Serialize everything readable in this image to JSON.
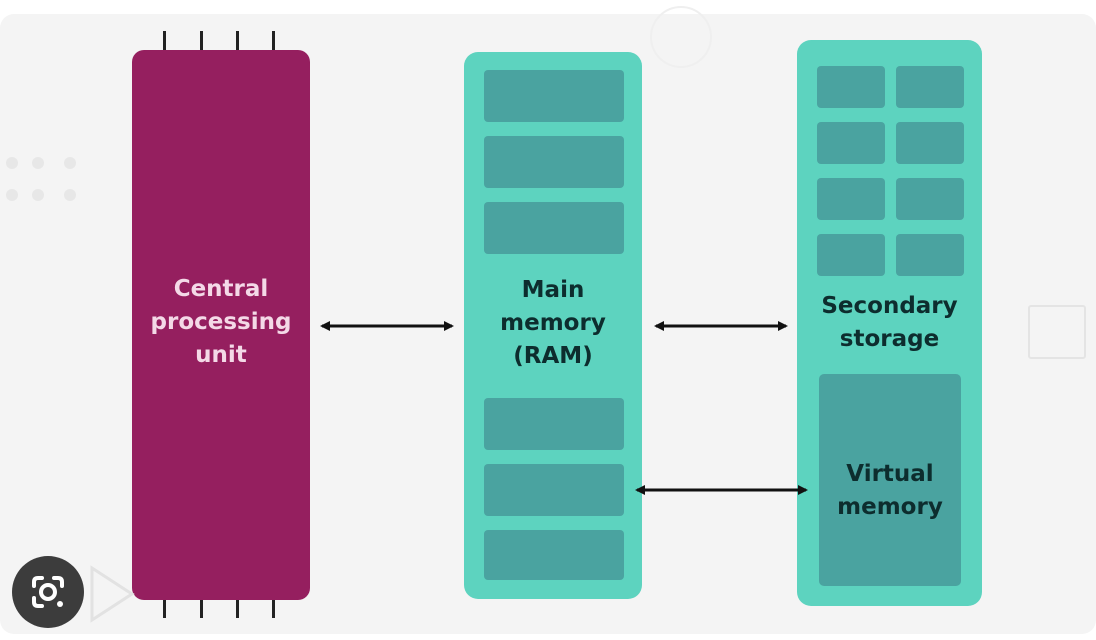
{
  "diagram": {
    "cpu": {
      "label_lines": [
        "Central",
        "processing",
        "unit"
      ]
    },
    "ram": {
      "label_lines": [
        "Main",
        "memory",
        "(RAM)"
      ]
    },
    "storage": {
      "label_lines": [
        "Secondary",
        "storage"
      ]
    },
    "virtual_memory": {
      "label_lines": [
        "Virtual",
        "memory"
      ]
    },
    "connections": [
      {
        "from": "cpu",
        "to": "ram",
        "direction": "bidirectional"
      },
      {
        "from": "ram",
        "to": "storage",
        "direction": "bidirectional"
      },
      {
        "from": "ram",
        "to": "virtual_memory",
        "direction": "bidirectional"
      }
    ]
  },
  "colors": {
    "cpu": "#951f5f",
    "memory": "#5dd3bf",
    "memory_slot": "#4aa3a0",
    "arrow": "#111111",
    "background": "#f4f4f4"
  },
  "overlay": {
    "lens_icon": "camera-search-icon"
  }
}
